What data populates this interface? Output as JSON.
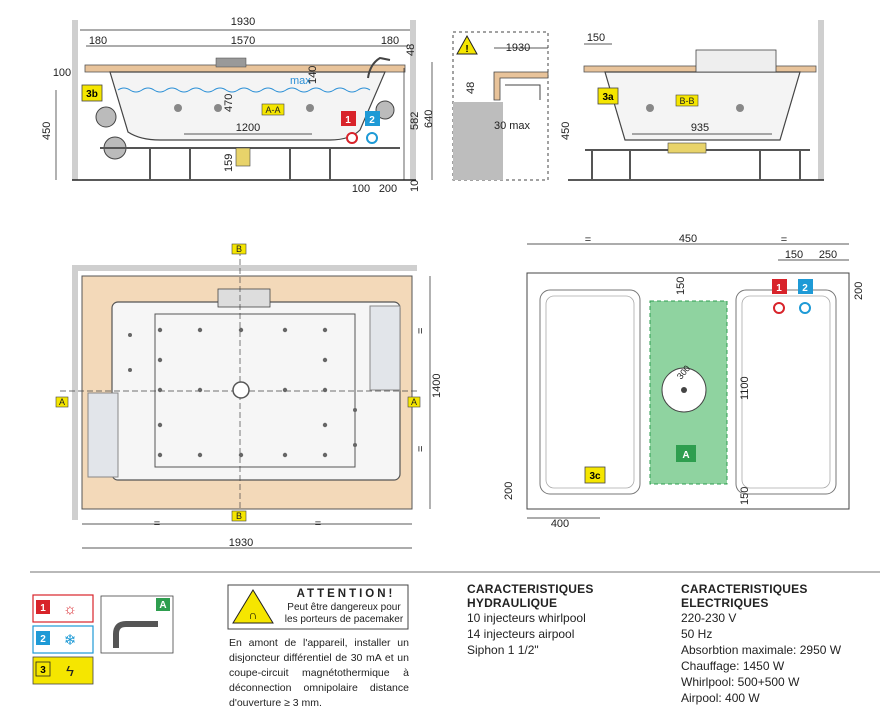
{
  "dims": {
    "top_width": "1930",
    "left_margin": "180",
    "inner_width": "1570",
    "right_margin": "180",
    "top_48": "48",
    "offset_100": "100",
    "max_label": "max",
    "rim_140": "140",
    "depth_470": "470",
    "section_a": "A-A",
    "h_582": "582",
    "h_640": "640",
    "h_450": "450",
    "bottom_1200": "1200",
    "h_159": "159",
    "d_100": "100",
    "d_200": "200",
    "d_10": "10",
    "side_1930": "1930",
    "side_48": "48",
    "side_30max": "30 max",
    "b_150": "150",
    "b_450": "450",
    "section_b": "B-B",
    "b_935": "935",
    "plan_1930": "1930",
    "plan_1400": "1400",
    "plan_eq": "=",
    "mark_a": "A",
    "mark_b": "B",
    "r_eq": "=",
    "r_450": "450",
    "r_150": "150",
    "r_250": "250",
    "r_200": "200",
    "r_150b": "150",
    "r_1100": "1100",
    "r_150c": "150",
    "r_200b": "200",
    "r_400": "400",
    "r_300": "300",
    "r_a": "A"
  },
  "badges": {
    "b1": "1",
    "b2": "2",
    "b3": "3",
    "b3a": "3a",
    "b3b": "3b",
    "b3c": "3c",
    "bA": "A"
  },
  "warning": {
    "title": "ATTENTION!",
    "subtitle_line1": "Peut être dangereux pour",
    "subtitle_line2": "les porteurs de pacemaker",
    "body": "En amont de l'appareil, installer un disjoncteur différentiel de 30 mA et un coupe-circuit magnétothermique à déconnection omnipolaire distance d'ouverture ≥ 3 mm."
  },
  "hydraulic": {
    "title": "CARACTERISTIQUES HYDRAULIQUE",
    "lines": [
      "10 injecteurs whirlpool",
      "14 injecteurs airpool",
      "Siphon 1 1/2\""
    ]
  },
  "electric": {
    "title": "CARACTERISTIQUES ELECTRIQUES",
    "lines": [
      "220-230 V",
      "50 Hz",
      "Absorbtion maximale: 2950 W",
      "Chauffage: 1450 W",
      "Whirlpool: 500+500 W",
      "Airpool: 400 W"
    ]
  },
  "colors": {
    "red": "#d8232a",
    "blue": "#1e9ad6",
    "yellow": "#f5e600",
    "green": "#2e9e4f",
    "tan": "#f3d9b9",
    "wall": "#cfcfcf",
    "zone": "#8fd3a0"
  }
}
